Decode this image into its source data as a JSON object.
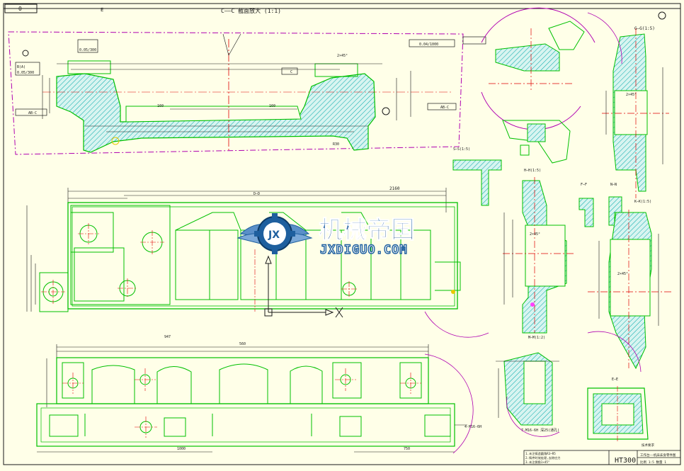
{
  "drawing": {
    "material": "HT300",
    "colors": {
      "background": "#ffffe8",
      "outline": "#00c000",
      "hatch": "#00a8a8",
      "dimension": "#1a1a1a",
      "center": "#e00000",
      "section": "#b000b0",
      "watermark": "#1e5f9e"
    }
  },
  "watermark": {
    "chinese": "机械帝国",
    "domain": "JXDIGUO.COM",
    "logo_letters": "JX"
  },
  "labels": {
    "top_frame": "0",
    "top_frame_e": "E",
    "section_cc": "C——C 截面放大 (1:1)",
    "datum_a": "B(A)",
    "view_g": "G—G(1:5)",
    "view_h": "H—H(1:5)",
    "view_f": "F—F",
    "view_n": "N—N",
    "view_k": "K—K(1:5)",
    "view_s": "S—S(1:5)",
    "view_m": "M—M(1:2)",
    "view_e": "E—E",
    "view_d": "D—D",
    "note_tolerance": "7-M16-6H 深25(通孔)",
    "note_holes": "4-M16-6H",
    "dim_total": "2160",
    "dim_sub": "1000",
    "dim_750": "750",
    "dim_947": "947",
    "dim_560": "560",
    "dim_160": "160",
    "dim_2x45": "2×45°",
    "dim_r30": "R30",
    "tol_box1": "0.05/300",
    "tol_box2": "0.05/300",
    "tol_box3": "0.04/1000",
    "datum_ab": "AB-C",
    "datum_c": "C",
    "title_block_line1": "1.未注铸造圆角R3~R5",
    "title_block_line2": "2.铸件时效处理,去除应力",
    "title_block_line3": "3.未注倒角1×45°",
    "title_left": "技术要求",
    "title_right": "工作台——机床床身零件图",
    "scale_row": "比例 1:5  数量 1"
  }
}
